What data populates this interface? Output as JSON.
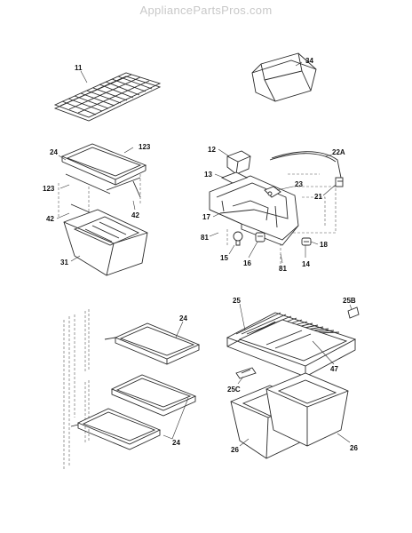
{
  "watermark": "AppliancePartsPros.com",
  "labels": {
    "l11": "11",
    "l34": "34",
    "l24a": "24",
    "l123a": "123",
    "l123b": "123",
    "l42a": "42",
    "l42b": "42",
    "l31": "31",
    "l12": "12",
    "l13": "13",
    "l22A": "22A",
    "l23": "23",
    "l21": "21",
    "l17": "17",
    "l81a": "81",
    "l18": "18",
    "l15": "15",
    "l16": "16",
    "l14": "14",
    "l81b": "81",
    "l25": "25",
    "l25B": "25B",
    "l47": "47",
    "l25C": "25C",
    "l26a": "26",
    "l26b": "26",
    "l24b": "24",
    "l24c": "24"
  }
}
